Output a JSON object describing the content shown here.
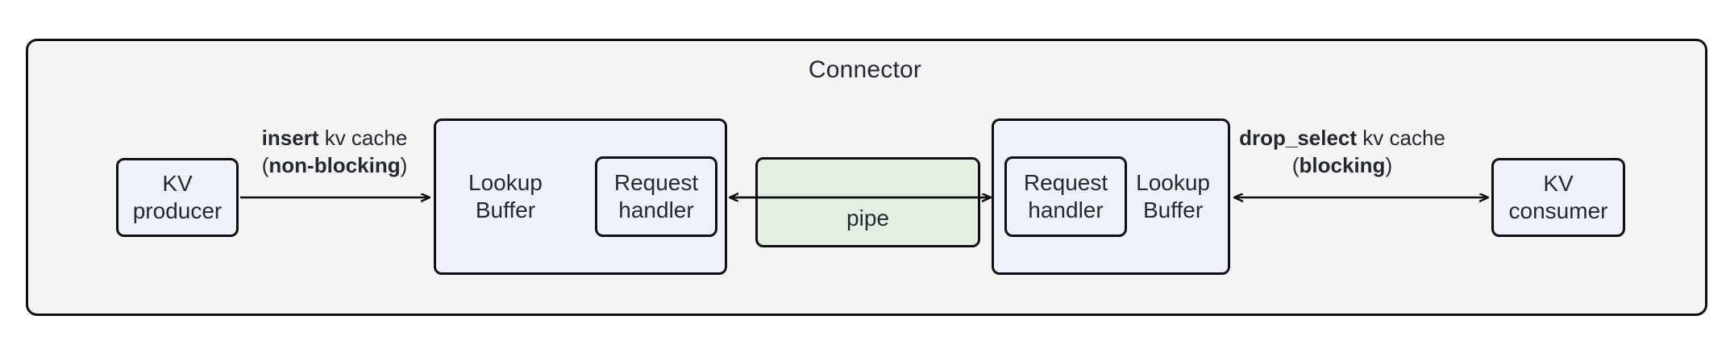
{
  "diagram": {
    "container": {
      "title": "Connector",
      "fill": "#f4f4f4",
      "stroke": "#0f0f10"
    },
    "nodes": {
      "kv_producer": {
        "line1": "KV",
        "line2": "producer",
        "fill": "#eef1fb"
      },
      "kv_consumer": {
        "line1": "KV",
        "line2": "consumer",
        "fill": "#eef1fb"
      },
      "lookup_buffer_left": {
        "line1": "Lookup",
        "line2": "Buffer",
        "fill": "#eef1fb"
      },
      "lookup_buffer_right": {
        "line1": "Lookup",
        "line2": "Buffer",
        "fill": "#eef1fb"
      },
      "request_handler_left": {
        "line1": "Request",
        "line2": "handler",
        "fill": "#eef1fb"
      },
      "request_handler_right": {
        "line1": "Request",
        "line2": "handler",
        "fill": "#eef1fb"
      },
      "pipe": {
        "label": "pipe",
        "fill": "#e2f0e4"
      }
    },
    "edges": {
      "insert": {
        "line1_bold": "insert",
        "line1_rest": " kv cache",
        "line2_prefix": "(",
        "line2_bold": "non-blocking",
        "line2_suffix": ")",
        "direction": "right"
      },
      "drop_select": {
        "line1_bold": "drop_select",
        "line1_rest": " kv cache",
        "line2_prefix": "(",
        "line2_bold": "blocking",
        "line2_suffix": ")",
        "direction": "both"
      }
    }
  }
}
